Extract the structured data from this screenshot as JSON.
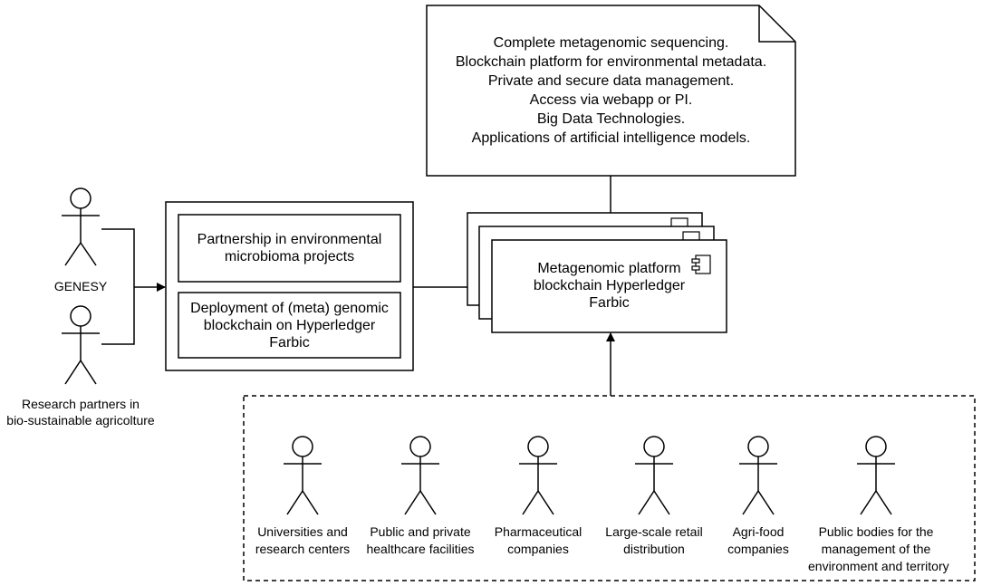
{
  "features_note": {
    "lines": [
      "Complete metagenomic sequencing.",
      "Blockchain platform for environmental metadata.",
      "Private and secure data management.",
      "Access via webapp or PI.",
      "Big Data Technologies.",
      "Applications of artificial intelligence models."
    ]
  },
  "left_actors": {
    "genesy_label": "GENESY",
    "research_partners_lines": [
      "Research partners in",
      "bio-sustainable agricolture"
    ]
  },
  "services": {
    "partnership_lines": [
      "Partnership in environmental",
      "microbioma projects"
    ],
    "deployment_lines": [
      "Deployment of (meta) genomic",
      "blockchain on Hyperledger",
      "Farbic"
    ]
  },
  "platform": {
    "lines": [
      "Metagenomic platform",
      "blockchain Hyperledger",
      "Farbic"
    ]
  },
  "stakeholders": [
    {
      "lines": [
        "Universities and",
        "research centers"
      ]
    },
    {
      "lines": [
        "Public and private",
        "healthcare facilities"
      ]
    },
    {
      "lines": [
        "Pharmaceutical",
        "companies"
      ]
    },
    {
      "lines": [
        "Large-scale retail",
        "distribution"
      ]
    },
    {
      "lines": [
        "Agri-food",
        "companies"
      ]
    },
    {
      "lines": [
        "Public bodies for the",
        "management of the",
        "environment and territory"
      ]
    }
  ]
}
